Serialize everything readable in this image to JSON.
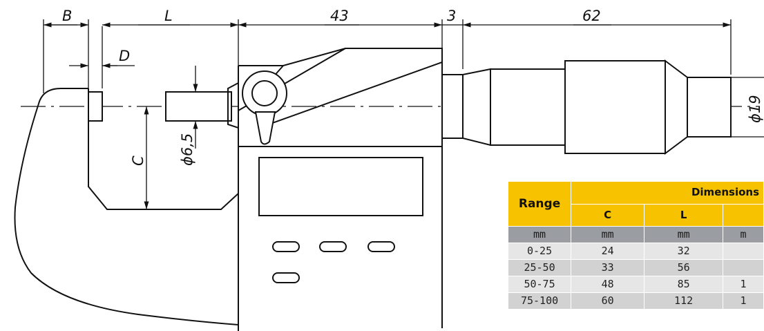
{
  "dimensions": {
    "B": "B",
    "L": "L",
    "d43": "43",
    "d3": "3",
    "d62": "62",
    "D": "D",
    "C": "C",
    "phi65": "ϕ6,5",
    "phi19": "ϕ19"
  },
  "table": {
    "range_header": "Range",
    "dimensions_header": "Dimensions",
    "columns": [
      "C",
      "L",
      ""
    ],
    "units": [
      "mm",
      "mm",
      "mm",
      "m"
    ],
    "rows": [
      [
        "0-25",
        "24",
        "32",
        ""
      ],
      [
        "25-50",
        "33",
        "56",
        ""
      ],
      [
        "50-75",
        "48",
        "85",
        "1"
      ],
      [
        "75-100",
        "60",
        "112",
        "1"
      ]
    ]
  },
  "colors": {
    "header": "#f7c300",
    "unit_row": "#9a9ea2",
    "row_light": "#e6e6e6",
    "row_dark": "#d2d2d2",
    "ink": "#111111"
  }
}
